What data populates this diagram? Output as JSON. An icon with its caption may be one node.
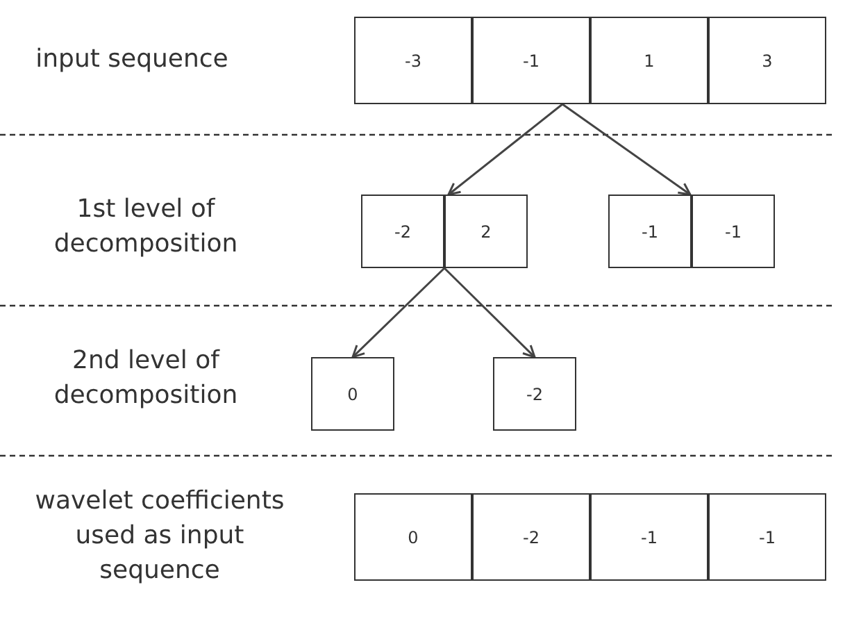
{
  "diagram": {
    "nodes": [
      {
        "text": [],
        "shape": "box"
      },
      {
        "text": [
          "-3"
        ],
        "in": 0
      },
      {
        "text": [
          "-1"
        ],
        "in": 0
      },
      {
        "text": [
          "1"
        ],
        "in": 0
      },
      {
        "text": [
          "3"
        ],
        "in": 0
      },
      {
        "text": [],
        "shape": "box"
      },
      {
        "text": [
          "-2"
        ],
        "in": 5
      },
      {
        "text": [
          "2"
        ],
        "in": 5
      },
      {
        "text": [],
        "shape": "box"
      },
      {
        "text": [
          "-1"
        ],
        "in": 8
      },
      {
        "text": [
          "-1"
        ],
        "in": 8
      },
      {
        "text": [
          "0"
        ]
      },
      {
        "text": [
          "-2"
        ]
      },
      {
        "text": [],
        "shape": "box"
      },
      {
        "text": [
          "0"
        ],
        "in": 13
      },
      {
        "text": [
          "-2"
        ],
        "in": 13
      },
      {
        "text": [
          "-1"
        ],
        "in": 13
      },
      {
        "text": [
          "-1"
        ],
        "in": 13
      }
    ],
    "edges": [
      {
        "from": 0,
        "to": 5,
        "arrow": "to"
      },
      {
        "from": 0,
        "to": 8,
        "arrow": "to"
      },
      {
        "from": 5,
        "to": 11,
        "arrow": "to"
      },
      {
        "from": 5,
        "to": 12,
        "arrow": "to"
      }
    ],
    "labels": [
      "input sequence",
      "1st level of decomposition",
      "2nd level of decomposition",
      "wavelet coefficients used as input sequence"
    ]
  }
}
